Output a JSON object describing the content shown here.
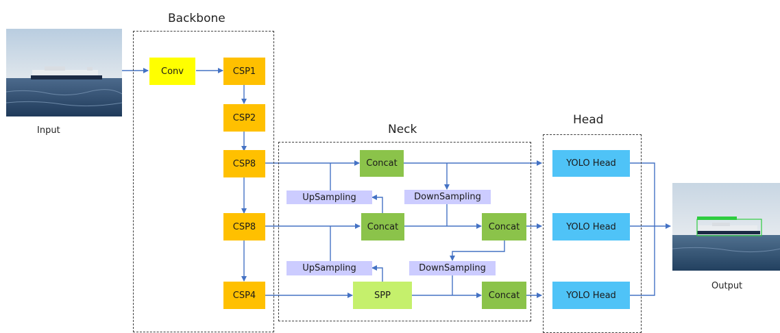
{
  "groups": {
    "backbone": "Backbone",
    "neck": "Neck",
    "head": "Head"
  },
  "captions": {
    "input": "Input",
    "output": "Output"
  },
  "nodes": {
    "conv": "Conv",
    "csp1": "CSP1",
    "csp2": "CSP2",
    "csp8_a": "CSP8",
    "csp8_b": "CSP8",
    "csp4": "CSP4",
    "concat_top": "Concat",
    "concat_mid_left": "Concat",
    "concat_mid_right": "Concat",
    "concat_bottom": "Concat",
    "spp": "SPP",
    "upsampling_top": "UpSampling",
    "upsampling_bottom": "UpSampling",
    "downsampling_top": "DownSampling",
    "downsampling_bottom": "DownSampling",
    "yolo_head_1": "YOLO Head",
    "yolo_head_2": "YOLO Head",
    "yolo_head_3": "YOLO Head"
  },
  "colors": {
    "conv": "#ffff00",
    "csp": "#ffc000",
    "concat": "#8bc34a",
    "spp": "#c5f06c",
    "sampling": "#ccccff",
    "yolo_head": "#4fc3f7",
    "arrow": "#4472c4"
  }
}
